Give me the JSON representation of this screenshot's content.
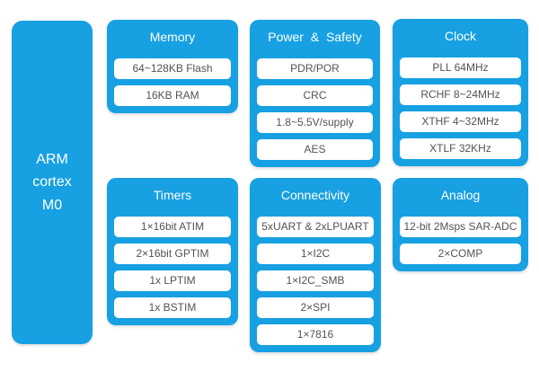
{
  "colors": {
    "block_bg": "#17A0E2",
    "title_text": "#FFFFFF",
    "item_text": "#555250",
    "page_bg": "#FFFFFF"
  },
  "cpu": {
    "lines": [
      "ARM",
      "cortex",
      "M0"
    ]
  },
  "blocks": [
    {
      "id": "memory",
      "title": "Memory",
      "items": [
        "64~128KB Flash",
        "16KB RAM"
      ]
    },
    {
      "id": "power-safety",
      "title": "Power & Safety",
      "items": [
        "PDR/POR",
        "CRC",
        "1.8~5.5V/supply",
        "AES"
      ]
    },
    {
      "id": "clock",
      "title": "Clock",
      "items": [
        "PLL 64MHz",
        "RCHF 8~24MHz",
        "XTHF 4~32MHz",
        "XTLF 32KHz"
      ]
    },
    {
      "id": "timers",
      "title": "Timers",
      "items": [
        "1×16bit ATIM",
        "2×16bit GPTIM",
        "1x LPTIM",
        "1x BSTIM"
      ]
    },
    {
      "id": "connectivity",
      "title": "Connectivity",
      "items": [
        "5xUART & 2xLPUART",
        "1×I2C",
        "1×I2C_SMB",
        "2×SPI",
        "1×7816"
      ]
    },
    {
      "id": "analog",
      "title": "Analog",
      "items": [
        "12-bit 2Msps SAR-ADC",
        "2×COMP"
      ]
    }
  ]
}
